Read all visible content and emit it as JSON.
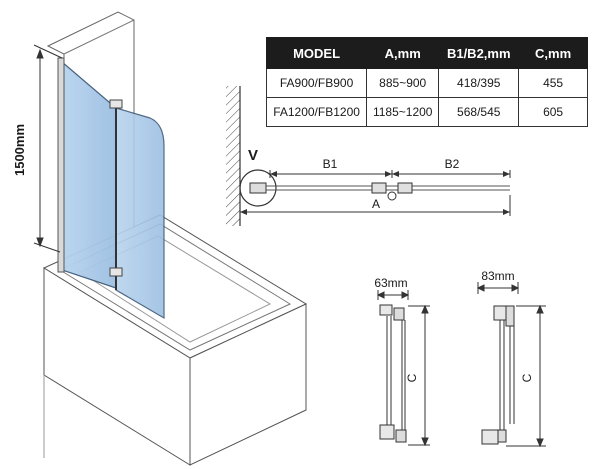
{
  "height_label": "1500mm",
  "view_label": "V",
  "table": {
    "headers": [
      "MODEL",
      "A,mm",
      "B1/B2,mm",
      "C,mm"
    ],
    "rows": [
      [
        "FA900/FB900",
        "885~900",
        "418/395",
        "455"
      ],
      [
        "FA1200/FB1200",
        "1185~1200",
        "568/545",
        "605"
      ]
    ]
  },
  "top_view": {
    "b1": "B1",
    "b2": "B2",
    "a": "A"
  },
  "detail_left": {
    "width": "63mm",
    "height": "C"
  },
  "detail_right": {
    "width": "83mm",
    "height": "C"
  }
}
